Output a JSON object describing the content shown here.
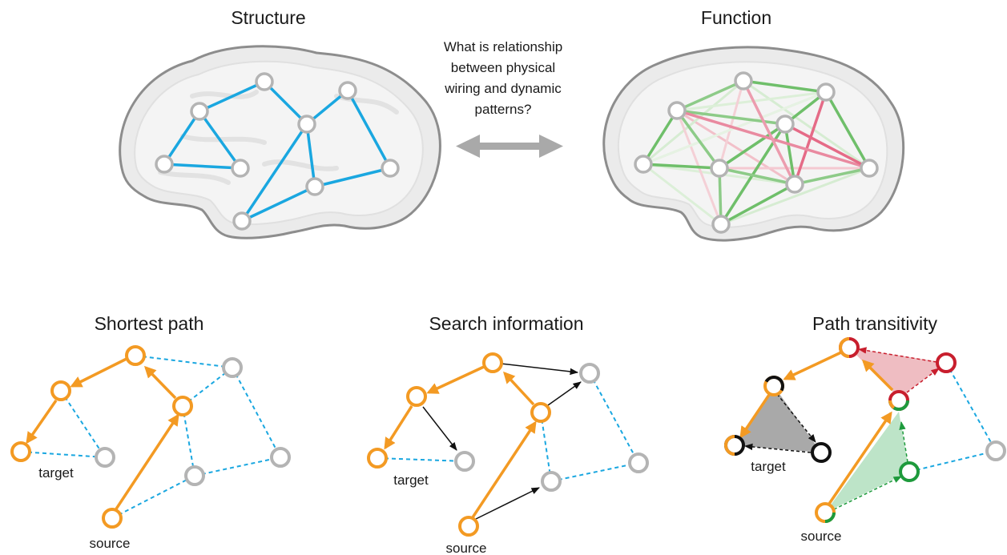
{
  "top": {
    "structure_title": "Structure",
    "function_title": "Function",
    "question_lines": [
      "What is relationship",
      "between physical",
      "wiring and dynamic",
      "patterns?"
    ]
  },
  "bottom": {
    "shortest_path_title": "Shortest path",
    "search_information_title": "Search information",
    "path_transitivity_title": "Path transitivity",
    "target_label": "target",
    "source_label": "source"
  },
  "colors": {
    "structural_edge": "#1aa7e0",
    "path": "#f39a23",
    "node": "#b4b4b4",
    "brain_fill": "#ebebeb",
    "positive_fc": "#6fbf6a",
    "negative_fc": "#e56b87",
    "triangle_grey": "#9a9a9a",
    "triangle_red": "#e9a7ad",
    "triangle_green": "#a7dbb6",
    "node_red": "#c81e2d",
    "node_green": "#1e9a3c"
  }
}
